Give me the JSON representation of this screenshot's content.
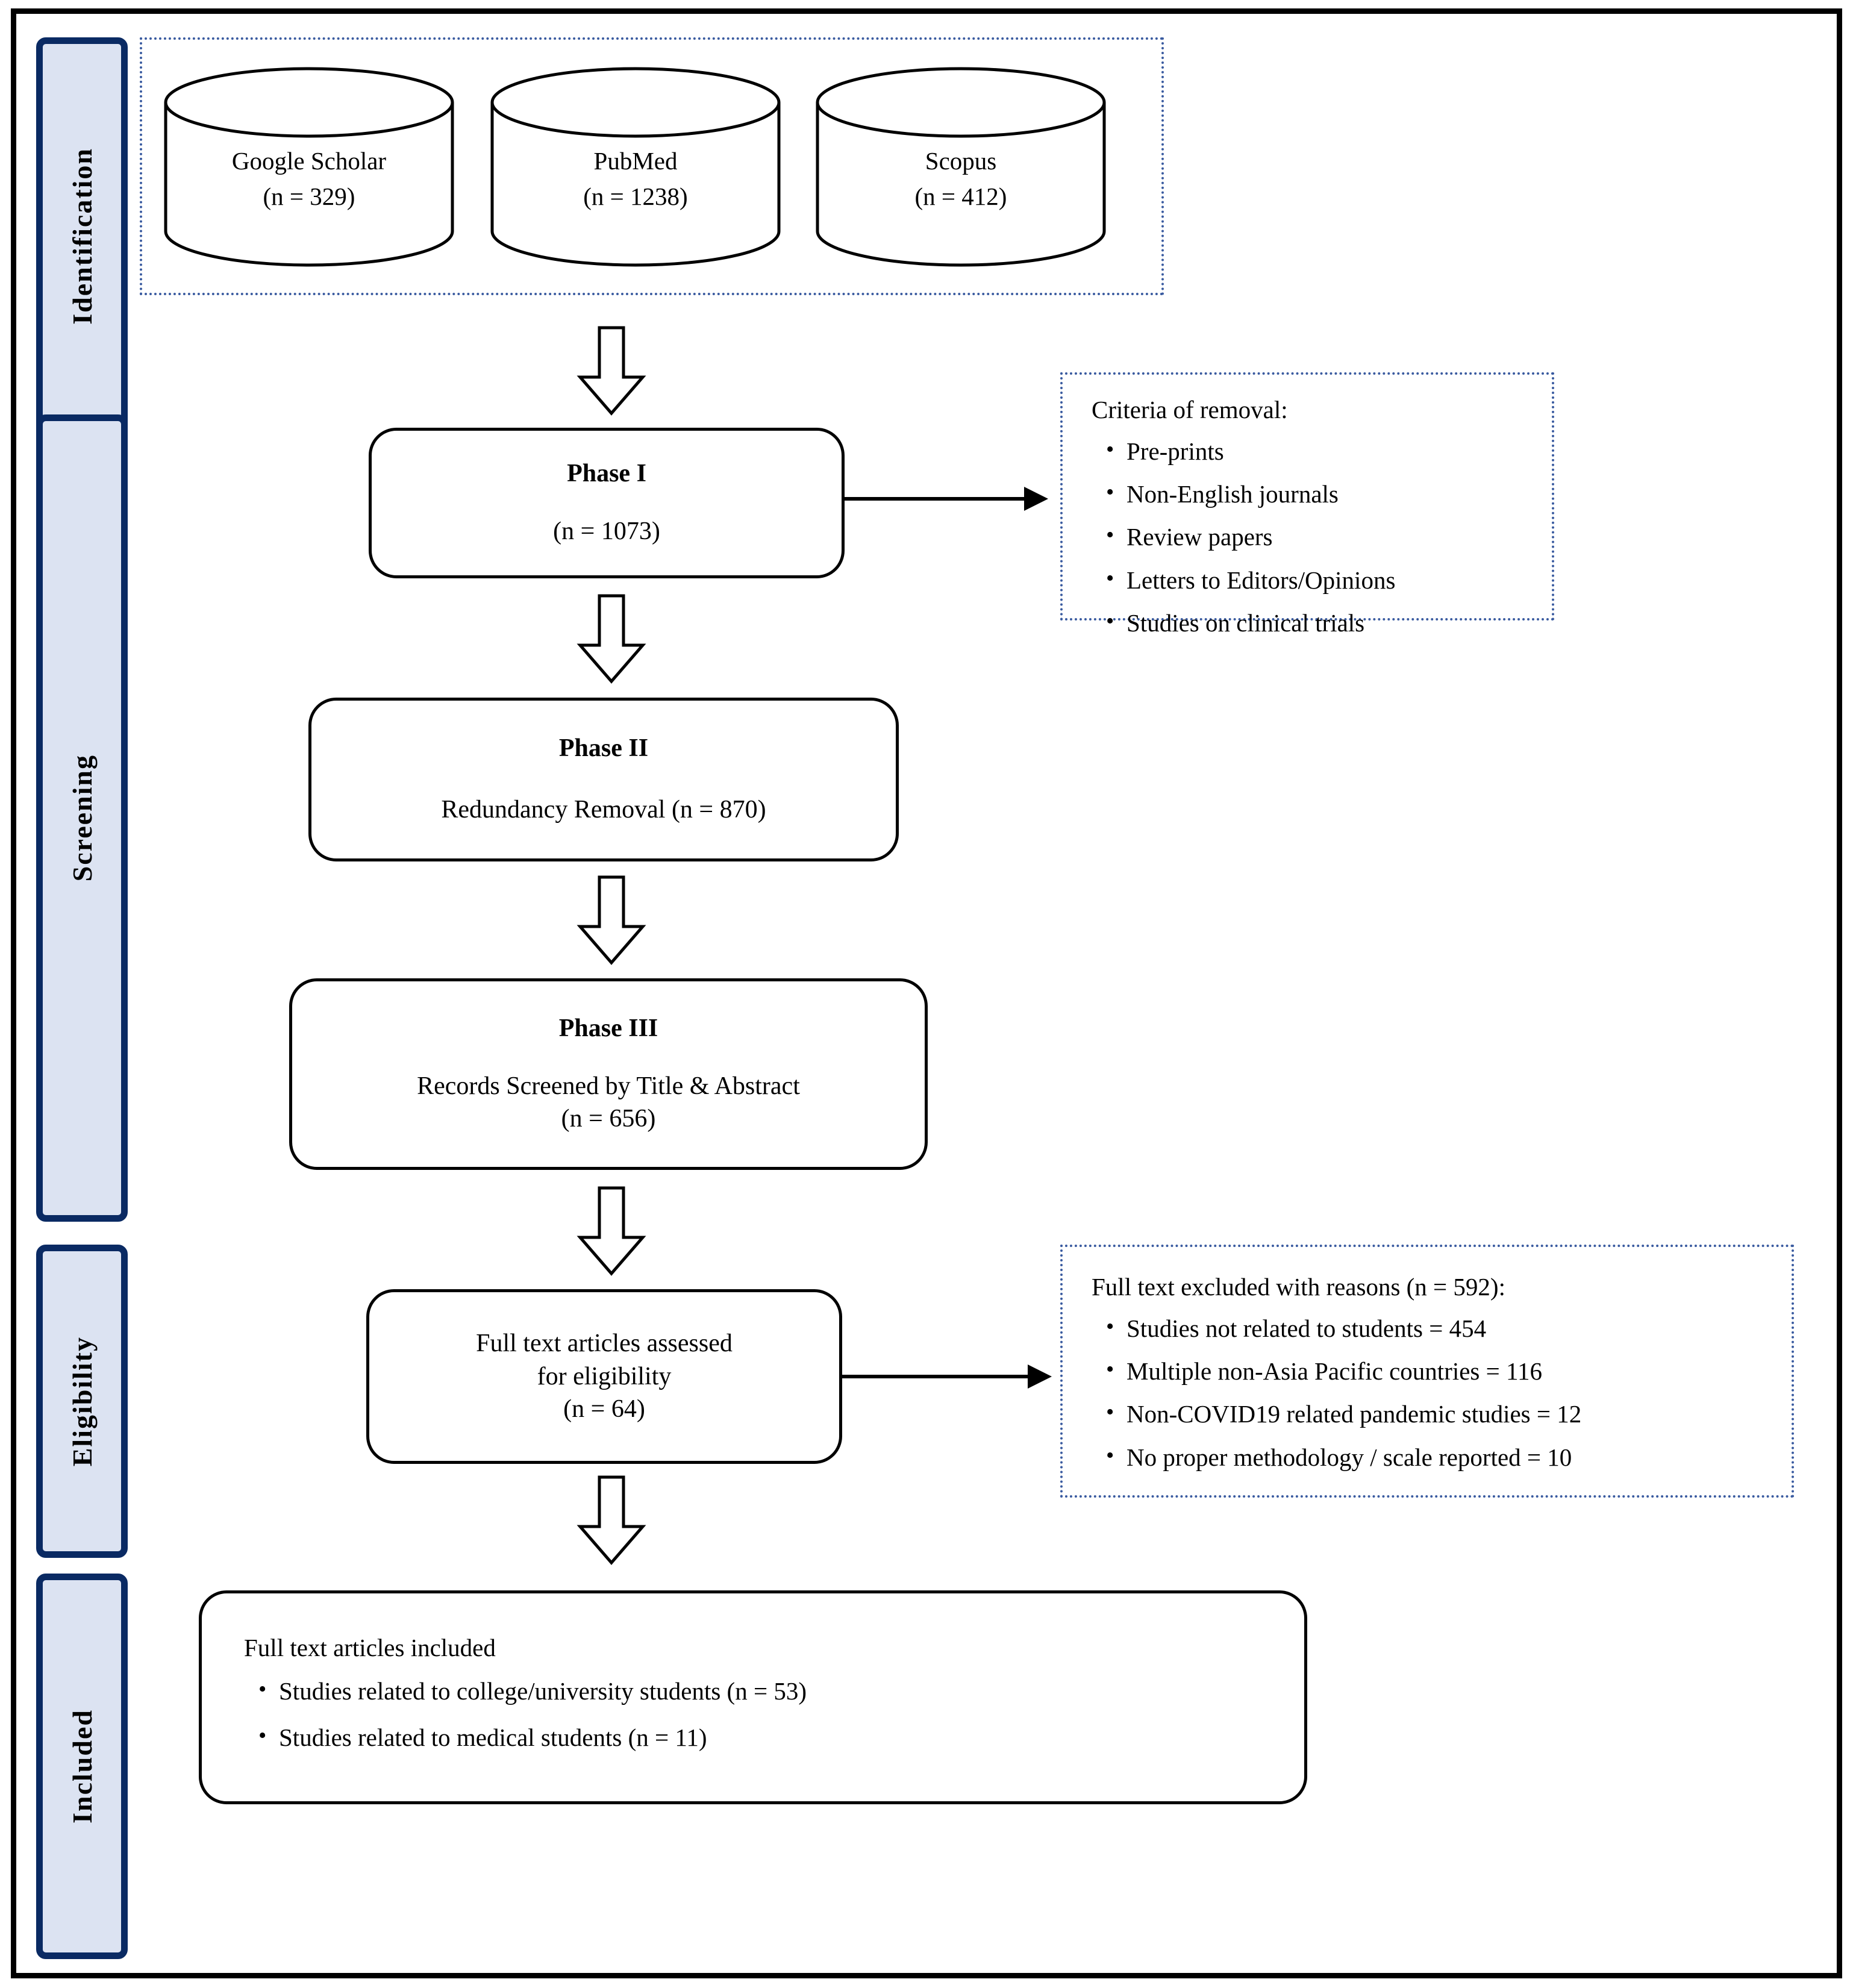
{
  "diagram": {
    "title": "PRISMA study selection flow diagram",
    "colors": {
      "stage_fill": "#DCE3F2",
      "stage_border": "#0A2A63",
      "dotted_border": "#3A5BA0",
      "box_border": "#000000",
      "text": "#000000"
    }
  },
  "stages": [
    {
      "label": "Identification"
    },
    {
      "label": "Screening"
    },
    {
      "label": "Eligibility"
    },
    {
      "label": "Included"
    }
  ],
  "sources": [
    {
      "name": "Google Scholar",
      "count": "(n = 329)"
    },
    {
      "name": "PubMed",
      "count": "(n = 1238)"
    },
    {
      "name": "Scopus",
      "count": "(n = 412)"
    }
  ],
  "phase1": {
    "title": "Phase I",
    "count": "(n = 1073)"
  },
  "phase2": {
    "title": "Phase II",
    "detail": "Redundancy Removal (n = 870)"
  },
  "phase3": {
    "title": "Phase III",
    "detail": "Records Screened by Title & Abstract",
    "count": "(n = 656)"
  },
  "eligibility_box": {
    "line1": "Full text articles assessed",
    "line2": "for eligibility",
    "line3": "(n = 64)"
  },
  "criteria_removal": {
    "heading": "Criteria of removal:",
    "items": [
      "Pre-prints",
      "Non-English journals",
      "Review papers",
      "Letters to Editors/Opinions",
      "Studies on clinical trials"
    ]
  },
  "excluded_reasons": {
    "heading": "Full text excluded with reasons (n = 592):",
    "items": [
      "Studies not related to students = 454",
      "Multiple non-Asia Pacific countries = 116",
      "Non-COVID19 related pandemic studies = 12",
      "No proper methodology / scale reported = 10"
    ]
  },
  "included_box": {
    "heading": "Full text articles included",
    "items": [
      "Studies related to college/university students (n = 53)",
      "Studies related to medical students (n = 11)"
    ]
  }
}
